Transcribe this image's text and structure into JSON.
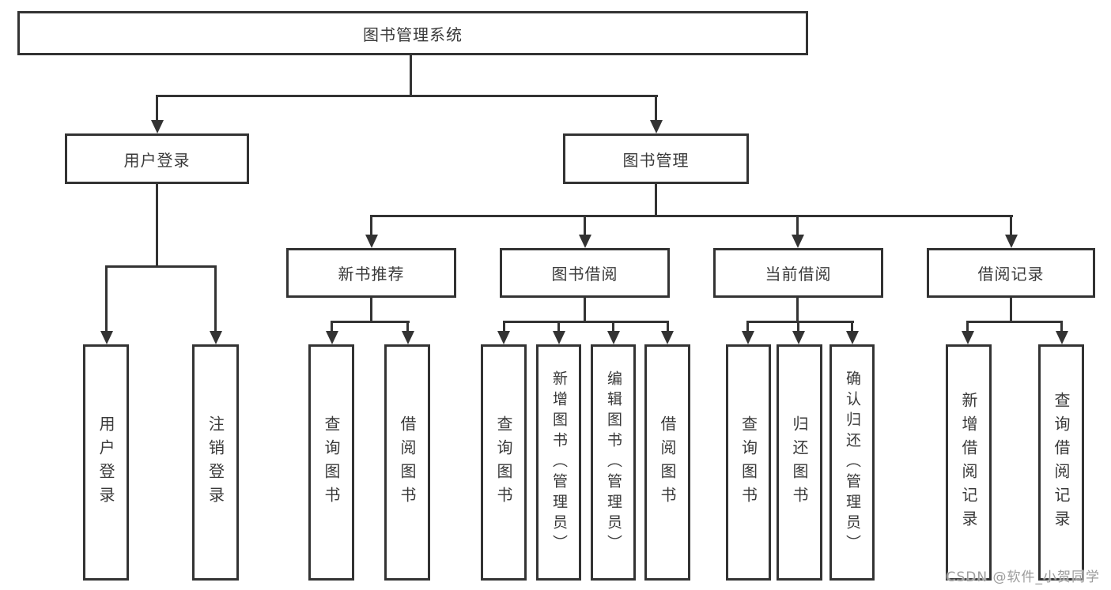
{
  "diagram": {
    "title": "图书管理系统",
    "colors": {
      "line": "#333333",
      "text": "#3a3a3a",
      "watermark": "#9c9c9c"
    },
    "nodes": {
      "root": {
        "label": "图书管理系统"
      },
      "user_login": {
        "label": "用户登录"
      },
      "book_mgmt": {
        "label": "图书管理"
      },
      "new_book_rec": {
        "label": "新书推荐"
      },
      "book_borrow": {
        "label": "图书借阅"
      },
      "current_borrow": {
        "label": "当前借阅"
      },
      "borrow_record": {
        "label": "借阅记录"
      },
      "leaf_user_login": {
        "label": "用户登录"
      },
      "leaf_logout": {
        "label": "注销登录"
      },
      "leaf_query_books_rec": {
        "label": "查询图书"
      },
      "leaf_borrow_books_rec": {
        "label": "借阅图书"
      },
      "leaf_query_books_bor": {
        "label": "查询图书"
      },
      "leaf_add_book_admin": {
        "label": "新增图书（管理员）"
      },
      "leaf_edit_book_admin": {
        "label": "编辑图书（管理员）"
      },
      "leaf_borrow_books_bor": {
        "label": "借阅图书"
      },
      "leaf_query_books_cur": {
        "label": "查询图书"
      },
      "leaf_return_books": {
        "label": "归还图书"
      },
      "leaf_confirm_return_admin": {
        "label": "确认归还（管理员）"
      },
      "leaf_add_borrow_record": {
        "label": "新增借阅记录"
      },
      "leaf_query_borrow_record": {
        "label": "查询借阅记录"
      }
    },
    "hierarchy": {
      "图书管理系统": {
        "用户登录": [
          "用户登录",
          "注销登录"
        ],
        "图书管理": {
          "新书推荐": [
            "查询图书",
            "借阅图书"
          ],
          "图书借阅": [
            "查询图书",
            "新增图书（管理员）",
            "编辑图书（管理员）",
            "借阅图书"
          ],
          "当前借阅": [
            "查询图书",
            "归还图书",
            "确认归还（管理员）"
          ],
          "借阅记录": [
            "新增借阅记录",
            "查询借阅记录"
          ]
        }
      }
    },
    "watermark": {
      "text": "CSDN @软件_小贺同学"
    }
  }
}
